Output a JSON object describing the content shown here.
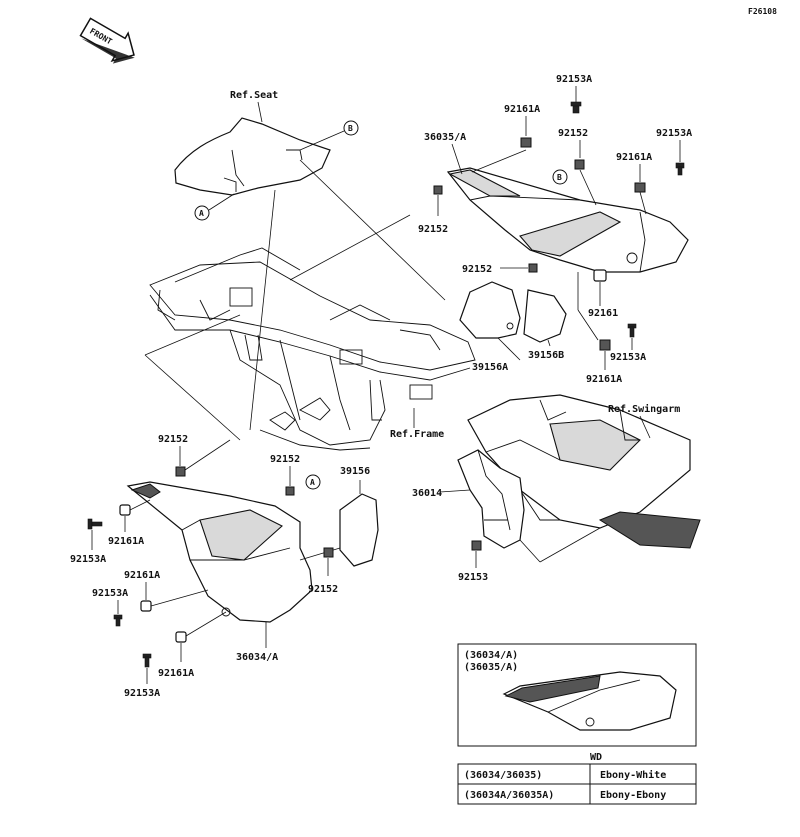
{
  "diagram": {
    "code": "F26108",
    "front_badge": "FRONT",
    "callout_a": "A",
    "callout_b": "B",
    "labels": {
      "ref_seat": "Ref.Seat",
      "ref_frame": "Ref.Frame",
      "ref_swingarm": "Ref.Swingarm",
      "p36035a": "36035/A",
      "p92161a_top": "92161A",
      "p92153a_top": "92153A",
      "p92152_top": "92152",
      "p92153a_right": "92153A",
      "p92161a_right": "92161A",
      "p92152_left_r": "92152",
      "p92152_mid_r": "92152",
      "p92161": "92161",
      "p39156a": "39156A",
      "p39156b": "39156B",
      "p92153a_rr": "92153A",
      "p92161a_rr": "92161A",
      "p92152_left": "92152",
      "p92152_mid": "92152",
      "p39156": "39156",
      "p36014": "36014",
      "p92161a_l1": "92161A",
      "p92153a_l1": "92153A",
      "p92161a_l2": "92161A",
      "p92153a_l2": "92153A",
      "p92152_lower": "92152",
      "p92153": "92153",
      "p36034a": "36034/A",
      "p92153a_l3": "92153A",
      "p92161a_l3": "92161A"
    },
    "inset": {
      "line1": "(36034/A)",
      "line2": "(36035/A)"
    },
    "color_table": {
      "header": "WD",
      "rows": [
        {
          "parts": "(36034/36035)",
          "color": "Ebony-White"
        },
        {
          "parts": "(36034A/36035A)",
          "color": "Ebony-Ebony"
        }
      ]
    }
  }
}
